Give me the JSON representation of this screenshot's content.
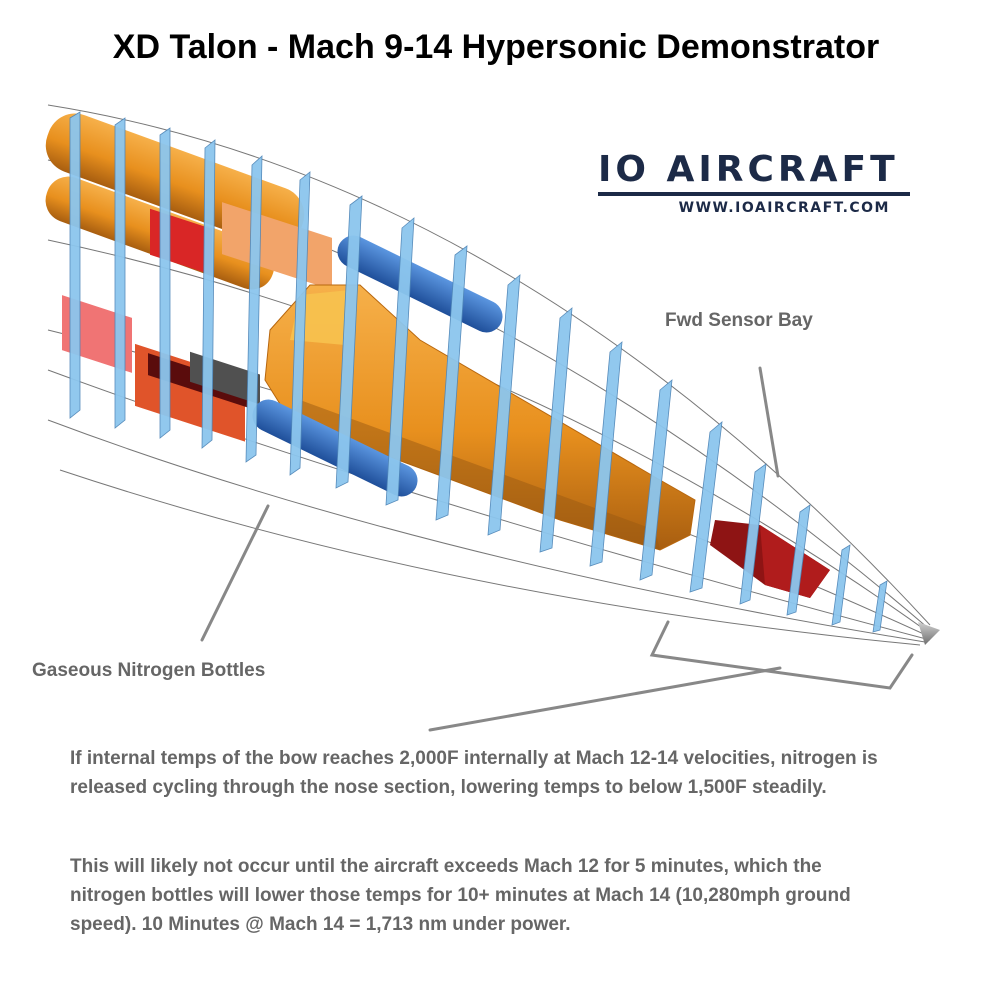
{
  "title": "XD Talon - Mach 9-14 Hypersonic Demonstrator",
  "brand": {
    "name": "IO AIRCRAFT",
    "url": "WWW.IOAIRCRAFT.COM",
    "color": "#1c2a47"
  },
  "labels": {
    "fwd_sensor_bay": "Fwd Sensor Bay",
    "nitrogen_bottles": "Gaseous Nitrogen Bottles"
  },
  "description": {
    "paragraph1": "If internal temps of the bow reaches 2,000F internally at Mach 12-14 velocities, nitrogen is released cycling through the nose section, lowering temps to below 1,500F steadily.",
    "paragraph2": "This will likely not occur until the aircraft exceeds Mach 12 for 5 minutes, which the nitrogen bottles will lower those temps for 10+ minutes at Mach 14 (10,280mph ground speed). 10 Minutes @ Mach 14 = 1,713 nm under power."
  },
  "colors": {
    "tank_orange": "#e8901e",
    "nitrogen_blue": "#2f6fc4",
    "frame_blue": "#8cc6ee",
    "sensor_red": "#8e1414",
    "text_gray": "#666666"
  }
}
